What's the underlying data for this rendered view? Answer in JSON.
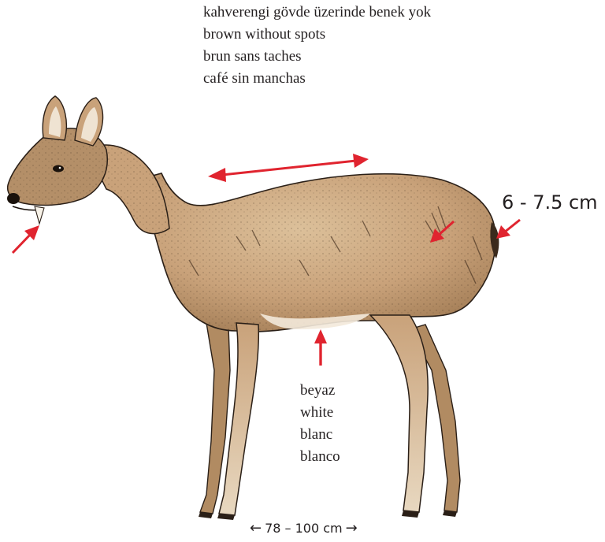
{
  "image": {
    "subject": "water-deer-illustration"
  },
  "labels": {
    "body_color": [
      "kahverengi gövde üzerinde benek yok",
      "brown without spots",
      "brun sans taches",
      "café sin manchas"
    ],
    "belly_color": [
      "beyaz",
      "white",
      "blanc",
      "blanco"
    ],
    "tail_size": "6 - 7.5 cm",
    "body_length": "78 – 100 cm",
    "length_arrow_left": "←",
    "length_arrow_right": "→"
  },
  "colors": {
    "arrow": "#e0242f",
    "fur_base": "#c9a27a",
    "fur_light": "#dcc09a",
    "fur_dark": "#7a5a3c",
    "belly": "#f3e9da",
    "outline": "#2a1f17"
  }
}
